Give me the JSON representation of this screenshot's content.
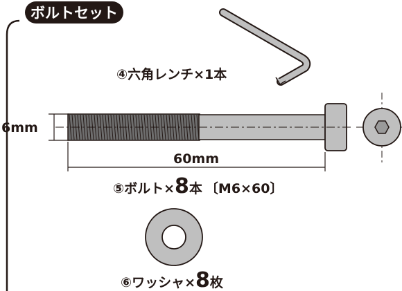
{
  "header": {
    "title": "ボルトセット",
    "badge_color": "#231815",
    "title_color": "#ffffff"
  },
  "wrench": {
    "label_num": "④",
    "label_name": "六角レンチ",
    "label_times": "×",
    "label_qty": "1",
    "label_unit": "本"
  },
  "bolt": {
    "diameter_label": "6mm",
    "length_label": "60mm",
    "label_num": "⑤",
    "label_name": "ボルト",
    "label_times": "×",
    "label_qty": "8",
    "label_unit": "本",
    "label_spec": "〔M6×60〕",
    "body_color": "#bfbfbf",
    "thread_color": "#6e6e6e"
  },
  "washer": {
    "label_num": "⑥",
    "label_name": "ワッシャ",
    "label_times": "×",
    "label_qty": "8",
    "label_unit": "枚",
    "body_color": "#bfbfbf"
  }
}
